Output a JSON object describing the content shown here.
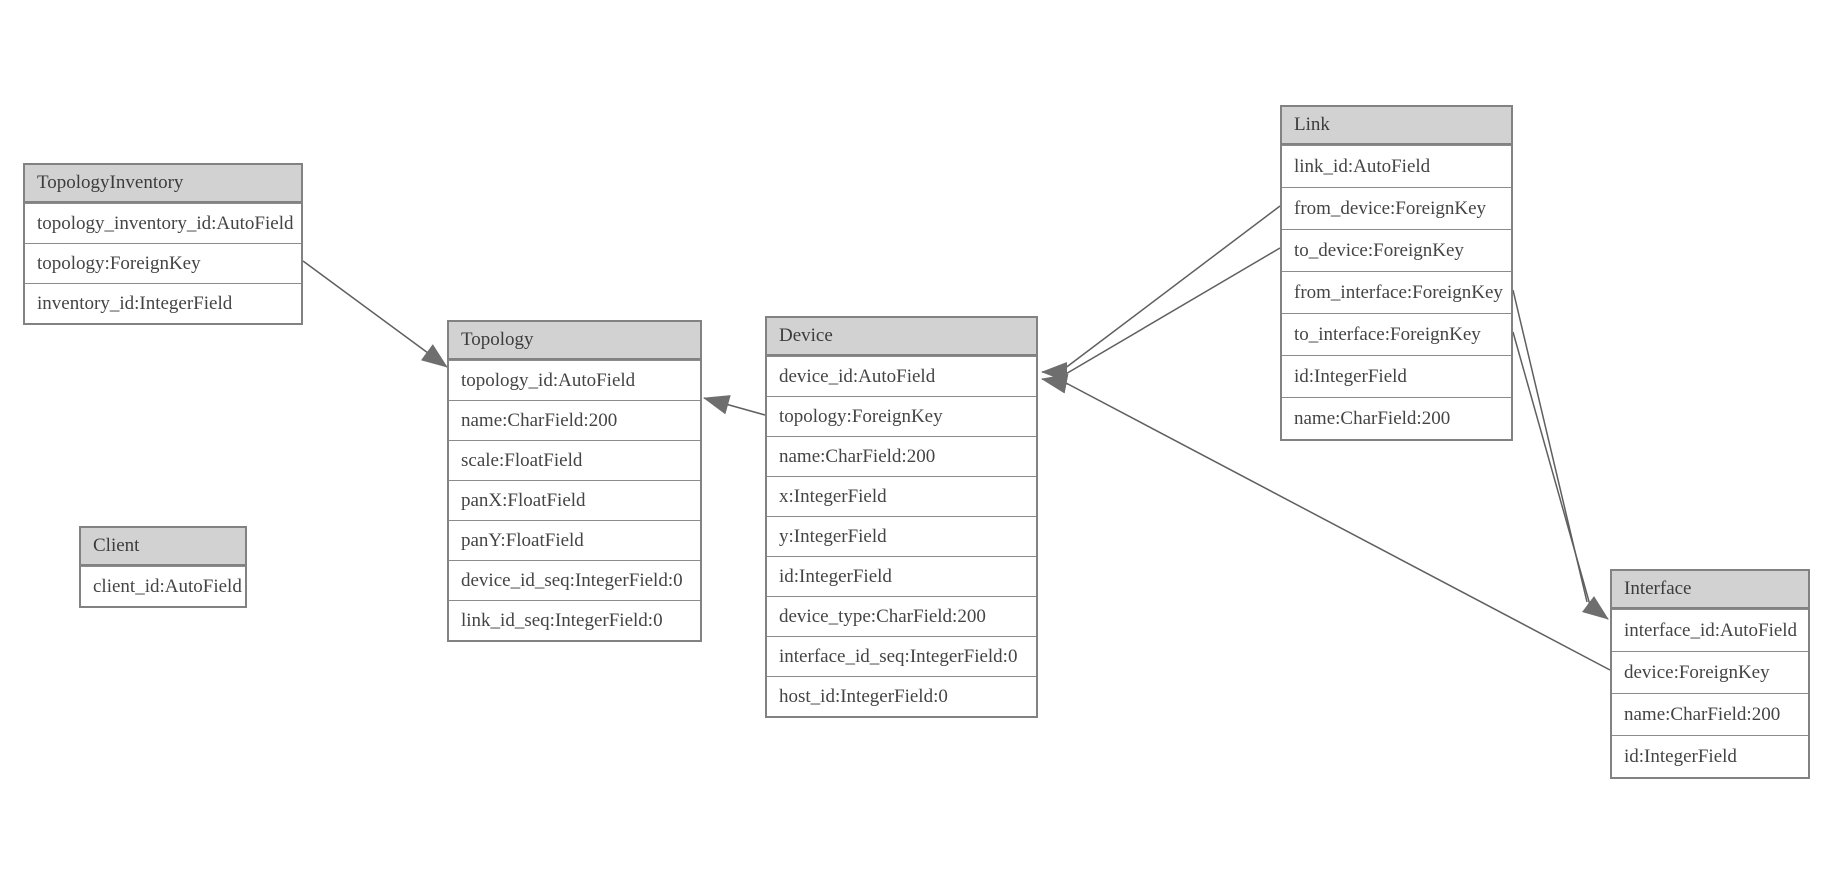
{
  "diagram": {
    "type": "entity-relationship-model-graph",
    "background": "#ffffff",
    "colors": {
      "header_fill": "#d2d2d2",
      "row_fill": "#ffffff",
      "border": "#828282",
      "text": "#3c3c3c",
      "line": "#5f5f5f",
      "arrow_fill": "#6e6e6e"
    },
    "entities": [
      {
        "name": "TopologyInventory",
        "fields": [
          "topology_inventory_id:AutoField",
          "topology:ForeignKey",
          "inventory_id:IntegerField"
        ]
      },
      {
        "name": "Topology",
        "fields": [
          "topology_id:AutoField",
          "name:CharField:200",
          "scale:FloatField",
          "panX:FloatField",
          "panY:FloatField",
          "device_id_seq:IntegerField:0",
          "link_id_seq:IntegerField:0"
        ]
      },
      {
        "name": "Client",
        "fields": [
          "client_id:AutoField"
        ]
      },
      {
        "name": "Device",
        "fields": [
          "device_id:AutoField",
          "topology:ForeignKey",
          "name:CharField:200",
          "x:IntegerField",
          "y:IntegerField",
          "id:IntegerField",
          "device_type:CharField:200",
          "interface_id_seq:IntegerField:0",
          "host_id:IntegerField:0"
        ]
      },
      {
        "name": "Link",
        "fields": [
          "link_id:AutoField",
          "from_device:ForeignKey",
          "to_device:ForeignKey",
          "from_interface:ForeignKey",
          "to_interface:ForeignKey",
          "id:IntegerField",
          "name:CharField:200"
        ]
      },
      {
        "name": "Interface",
        "fields": [
          "interface_id:AutoField",
          "device:ForeignKey",
          "name:CharField:200",
          "id:IntegerField"
        ]
      }
    ],
    "relations": [
      {
        "from": "TopologyInventory.topology",
        "to": "Topology.topology_id"
      },
      {
        "from": "Device.topology",
        "to": "Topology.topology_id"
      },
      {
        "from": "Link.from_device",
        "to": "Device.device_id"
      },
      {
        "from": "Link.to_device",
        "to": "Device.device_id"
      },
      {
        "from": "Interface.device",
        "to": "Device.device_id"
      },
      {
        "from": "Link.from_interface",
        "to": "Interface.interface_id"
      },
      {
        "from": "Link.to_interface",
        "to": "Interface.interface_id"
      }
    ]
  }
}
